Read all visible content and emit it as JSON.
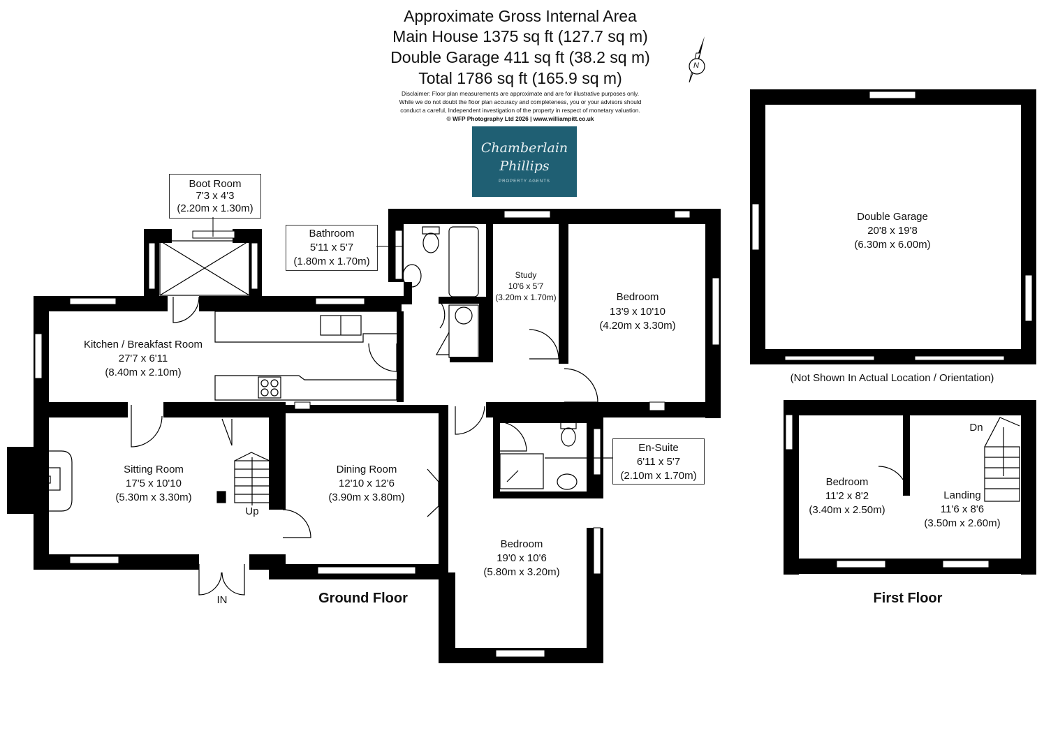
{
  "header": {
    "line1": "Approximate Gross Internal Area",
    "line2": "Main House 1375 sq ft (127.7 sq m)",
    "line3": "Double Garage 411 sq ft  (38.2 sq m)",
    "line4": "Total 1786 sq ft  (165.9 sq m)",
    "disclaimer1": "Disclaimer: Floor plan measurements are approximate and are for illustrative purposes only.",
    "disclaimer2": "While we do not doubt the floor plan accuracy and completeness, you or your advisors should",
    "disclaimer3": "conduct a careful, Independent investigation of the property in respect of monetary valuation.",
    "copyright": "© WFP Photography Ltd 2026 | www.williampitt.co.uk"
  },
  "logo": {
    "line1": "Chamberlain",
    "line2": "Phillips",
    "line3": "PROPERTY AGENTS",
    "background": "#1f5f73"
  },
  "compass": {
    "label": "N"
  },
  "rooms": {
    "boot_room": {
      "name": "Boot Room",
      "imperial": "7'3 x 4'3",
      "metric": "(2.20m x 1.30m)"
    },
    "bathroom": {
      "name": "Bathroom",
      "imperial": "5'11 x 5'7",
      "metric": "(1.80m x 1.70m)"
    },
    "study": {
      "name": "Study",
      "imperial": "10'6 x 5'7",
      "metric": "(3.20m x 1.70m)"
    },
    "bedroom_1": {
      "name": "Bedroom",
      "imperial": "13'9 x 10'10",
      "metric": "(4.20m x 3.30m)"
    },
    "kitchen": {
      "name": "Kitchen / Breakfast Room",
      "imperial": "27'7 x 6'11",
      "metric": "(8.40m x 2.10m)"
    },
    "sitting_room": {
      "name": "Sitting Room",
      "imperial": "17'5 x 10'10",
      "metric": "(5.30m x 3.30m)"
    },
    "dining_room": {
      "name": "Dining Room",
      "imperial": "12'10 x 12'6",
      "metric": "(3.90m x 3.80m)"
    },
    "en_suite": {
      "name": "En-Suite",
      "imperial": "6'11 x 5'7",
      "metric": "(2.10m x 1.70m)"
    },
    "bedroom_2": {
      "name": "Bedroom",
      "imperial": "19'0 x 10'6",
      "metric": "(5.80m x 3.20m)"
    },
    "double_garage": {
      "name": "Double Garage",
      "imperial": "20'8 x 19'8",
      "metric": "(6.30m x 6.00m)"
    },
    "bedroom_3": {
      "name": "Bedroom",
      "imperial": "11'2 x 8'2",
      "metric": "(3.40m x 2.50m)"
    },
    "landing": {
      "name": "Landing",
      "imperial": "11'6 x 8'6",
      "metric": "(3.50m x 2.60m)"
    }
  },
  "labels": {
    "up": "Up",
    "down": "Dn",
    "entrance": "IN",
    "garage_note": "(Not Shown In Actual Location / Orientation)",
    "ground_floor": "Ground Floor",
    "first_floor": "First Floor"
  },
  "colors": {
    "wall": "#000000",
    "window": "#ffffff"
  }
}
